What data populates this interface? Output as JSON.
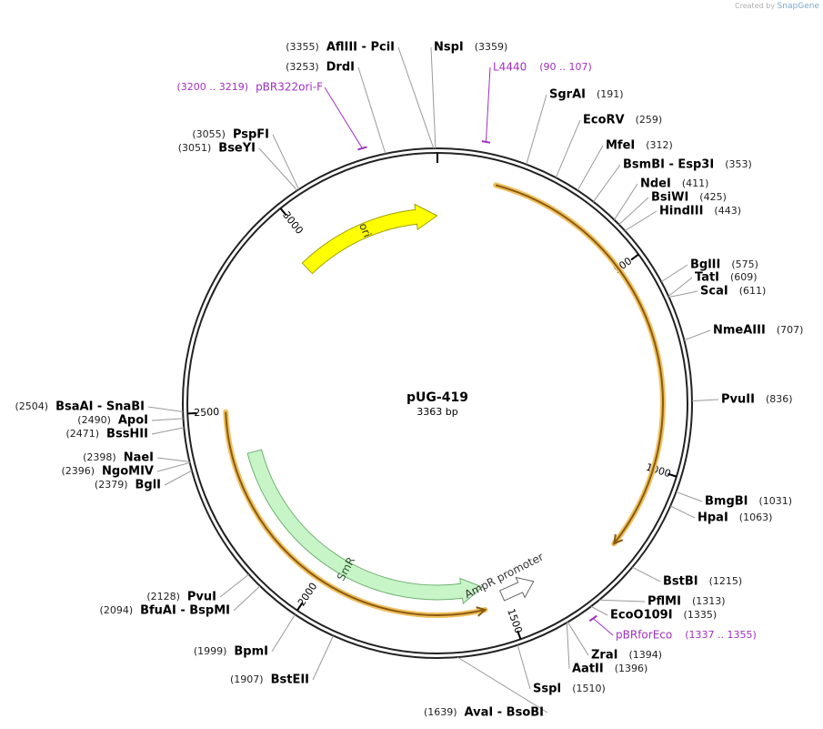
{
  "plasmid": {
    "name": "pUG-419",
    "length_label": "3363 bp",
    "total": 3363
  },
  "credit": {
    "prefix": "Created by",
    "brand": "SnapGene"
  },
  "ruler_ticks": [
    "500",
    "1000",
    "1500",
    "2000",
    "2500",
    "3000"
  ],
  "features": [
    {
      "name": "ori",
      "start": 2952,
      "end": 3362,
      "color": "#ffff00",
      "stroke": "#a0a000",
      "label_color": "#333333"
    },
    {
      "name": "SmR",
      "start": 1553,
      "end": 2384,
      "color": "#c8f5c8",
      "stroke": "#70b070",
      "label_color": "#2a5a2a"
    },
    {
      "name": "AmpR promoter",
      "color": "#ffffff",
      "stroke": "#666666",
      "label_color": "#333333"
    }
  ],
  "sites": [
    {
      "name": "AflIII - PciI",
      "pos": "(3355)",
      "bp": 3355
    },
    {
      "name": "NspI",
      "pos": "(3359)",
      "bp": 3359
    },
    {
      "name": "DrdI",
      "pos": "(3253)",
      "bp": 3253
    },
    {
      "name": "PspFI",
      "pos": "(3055)",
      "bp": 3055
    },
    {
      "name": "BseYI",
      "pos": "(3051)",
      "bp": 3051
    },
    {
      "name": "SgrAI",
      "pos": "(191)",
      "bp": 191
    },
    {
      "name": "EcoRV",
      "pos": "(259)",
      "bp": 259
    },
    {
      "name": "MfeI",
      "pos": "(312)",
      "bp": 312
    },
    {
      "name": "BsmBI - Esp3I",
      "pos": "(353)",
      "bp": 353
    },
    {
      "name": "NdeI",
      "pos": "(411)",
      "bp": 411
    },
    {
      "name": "BsiWI",
      "pos": "(425)",
      "bp": 425
    },
    {
      "name": "HindIII",
      "pos": "(443)",
      "bp": 443
    },
    {
      "name": "BglII",
      "pos": "(575)",
      "bp": 575
    },
    {
      "name": "TatI",
      "pos": "(609)",
      "bp": 609
    },
    {
      "name": "ScaI",
      "pos": "(611)",
      "bp": 611
    },
    {
      "name": "NmeAIII",
      "pos": "(707)",
      "bp": 707
    },
    {
      "name": "PvuII",
      "pos": "(836)",
      "bp": 836
    },
    {
      "name": "BmgBI",
      "pos": "(1031)",
      "bp": 1031
    },
    {
      "name": "HpaI",
      "pos": "(1063)",
      "bp": 1063
    },
    {
      "name": "BstBI",
      "pos": "(1215)",
      "bp": 1215
    },
    {
      "name": "PflMI",
      "pos": "(1313)",
      "bp": 1313
    },
    {
      "name": "EcoO109I",
      "pos": "(1335)",
      "bp": 1335
    },
    {
      "name": "ZraI",
      "pos": "(1394)",
      "bp": 1394
    },
    {
      "name": "AatII",
      "pos": "(1396)",
      "bp": 1396
    },
    {
      "name": "SspI",
      "pos": "(1510)",
      "bp": 1510
    },
    {
      "name": "AvaI - BsoBI",
      "pos": "(1639)",
      "bp": 1639
    },
    {
      "name": "BstEII",
      "pos": "(1907)",
      "bp": 1907
    },
    {
      "name": "BpmI",
      "pos": "(1999)",
      "bp": 1999
    },
    {
      "name": "BfuAI - BspMI",
      "pos": "(2094)",
      "bp": 2094
    },
    {
      "name": "PvuI",
      "pos": "(2128)",
      "bp": 2128
    },
    {
      "name": "BglI",
      "pos": "(2379)",
      "bp": 2379
    },
    {
      "name": "NgoMIV",
      "pos": "(2396)",
      "bp": 2396
    },
    {
      "name": "NaeI",
      "pos": "(2398)",
      "bp": 2398
    },
    {
      "name": "BssHII",
      "pos": "(2471)",
      "bp": 2471
    },
    {
      "name": "ApoI",
      "pos": "(2490)",
      "bp": 2490
    },
    {
      "name": "BsaAI - SnaBI",
      "pos": "(2504)",
      "bp": 2504
    }
  ],
  "primers": [
    {
      "name": "L4440",
      "pos": "(90 .. 107)",
      "start": 90,
      "end": 107
    },
    {
      "name": "pBR322ori-F",
      "pos": "(3200 .. 3219)",
      "start": 3200,
      "end": 3219
    },
    {
      "name": "pBRforEco",
      "pos": "(1337 .. 1355)",
      "start": 1337,
      "end": 1355
    }
  ],
  "colors": {
    "backbone": "#222222",
    "primer": "#a030c0",
    "orf_outline": "#f0c060",
    "orf_line": "#8a5a10"
  }
}
